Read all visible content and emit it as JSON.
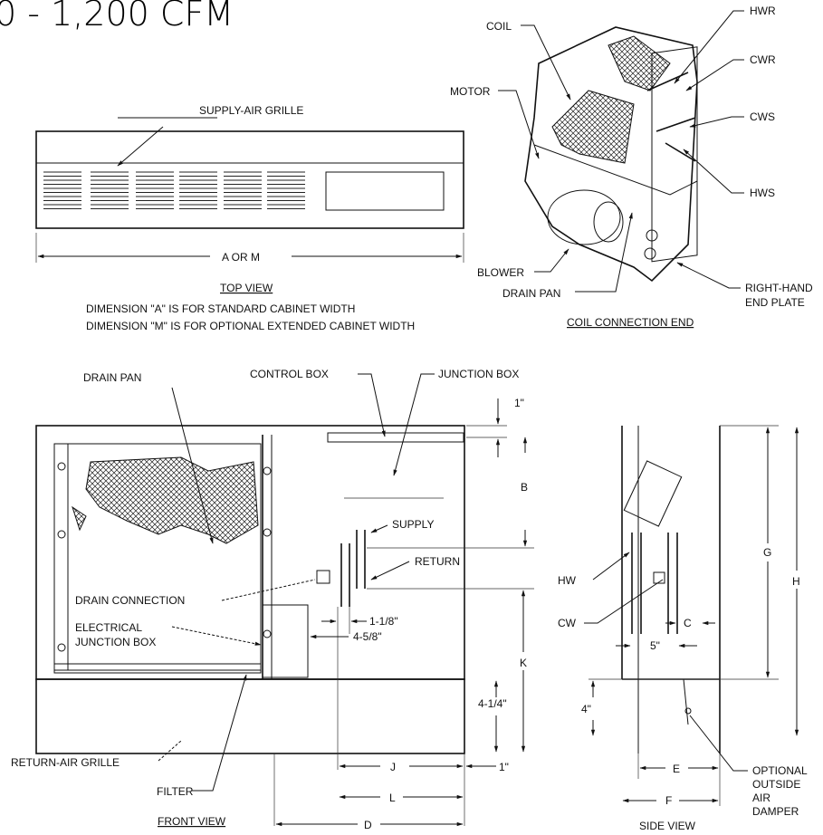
{
  "header": {
    "title_partial": "0 - 1,200 CFM"
  },
  "top_view": {
    "callout_supply_grille": "SUPPLY-AIR GRILLE",
    "dimension_width": "A  OR  M",
    "caption": "TOP VIEW",
    "note_a": "DIMENSION \"A\" IS FOR STANDARD CABINET WIDTH",
    "note_m": "DIMENSION \"M\" IS FOR OPTIONAL EXTENDED CABINET WIDTH"
  },
  "coil_end": {
    "coil": "COIL",
    "motor": "MOTOR",
    "blower": "BLOWER",
    "drain_pan": "DRAIN PAN",
    "hwr": "HWR",
    "cwr": "CWR",
    "cws": "CWS",
    "hws": "HWS",
    "end_plate_1": "RIGHT-HAND",
    "end_plate_2": "END PLATE",
    "caption": "COIL CONNECTION END"
  },
  "front_view": {
    "drain_pan": "DRAIN PAN",
    "control_box": "CONTROL BOX",
    "junction_box": "JUNCTION BOX",
    "supply": "SUPPLY",
    "return": "RETURN",
    "drain_connection": "DRAIN CONNECTION",
    "elec_jbox_1": "ELECTRICAL",
    "elec_jbox_2": "JUNCTION BOX",
    "return_air_grille": "RETURN-AIR GRILLE",
    "filter": "FILTER",
    "caption": "FRONT VIEW",
    "dims": {
      "one_top": "1\"",
      "b": "B",
      "one_eighth": "1-1/8\"",
      "four_five_eighths": "4-5/8\"",
      "k": "K",
      "four_quarter": "4-1/4\"",
      "j": "J",
      "one_right": "1\"",
      "l": "L",
      "d": "D"
    }
  },
  "side_view": {
    "hw": "HW",
    "cw": "CW",
    "c": "C",
    "five": "5\"",
    "g": "G",
    "h": "H",
    "four": "4\"",
    "e": "E",
    "f": "F",
    "damper_1": "OPTIONAL",
    "damper_2": "OUTSIDE",
    "damper_3": "AIR",
    "damper_4": "DAMPER",
    "caption": "SIDE VIEW"
  }
}
